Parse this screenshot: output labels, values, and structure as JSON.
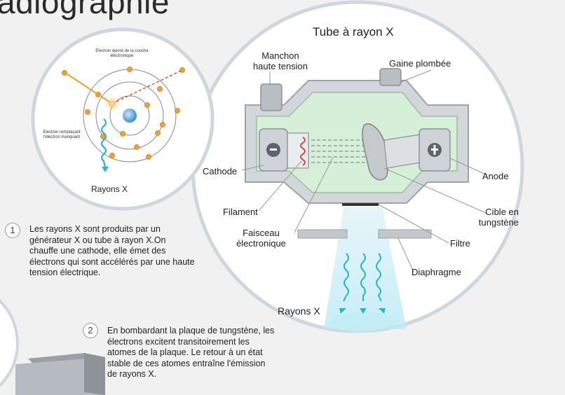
{
  "title": "adiographie",
  "atom": {
    "ejected_label": "Electron éjecté de la couche électronique",
    "replacing_label": "Electron remplaçant l'électron manquant",
    "rays_label": "Rayons X"
  },
  "tube": {
    "title": "Tube à rayon X",
    "labels": {
      "manchon": "Manchon haute tension",
      "gaine": "Gaine plombée",
      "cathode": "Cathode",
      "anode": "Anode",
      "filament": "Filament",
      "cible": "Cible en tungstène",
      "faisceau": "Faisceau électronique",
      "filtre": "Filtre",
      "diaphragme": "Diaphragme",
      "rayons": "Rayons X"
    },
    "colors": {
      "housing": "#d3d6da",
      "interior": "#d6efd8",
      "rays": "#7ed3e4",
      "accent": "#f0a030"
    }
  },
  "steps": [
    {
      "num": "1",
      "text": "Les rayons X sont produits par un générateur X ou tube à rayon X.On chauffe une cathode, elle émet des électrons qui sont accélérés par une haute tension électrique."
    },
    {
      "num": "2",
      "text": "En bombardant la plaque de tungstène, les électrons excitent transitoirement les atomes de la plaque. Le retour à un état stable de ces atomes entraîne l'émission de rayons X."
    }
  ]
}
